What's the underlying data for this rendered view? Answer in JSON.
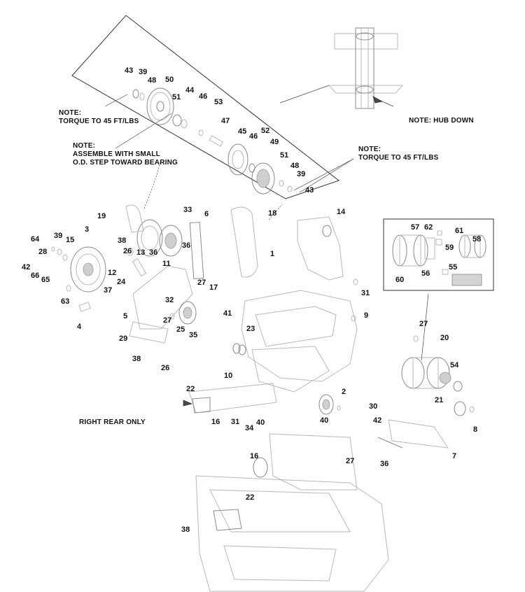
{
  "notes": {
    "torque_left": [
      "NOTE:",
      "TORQUE TO 45 FT/LBS"
    ],
    "assemble": [
      "NOTE:",
      "ASSEMBLE WITH SMALL",
      "O.D. STEP TOWARD BEARING"
    ],
    "torque_right": [
      "NOTE:",
      "TORQUE TO 45 FT/LBS"
    ],
    "hub_down": "NOTE: HUB DOWN",
    "right_rear_only": "RIGHT REAR ONLY"
  },
  "callouts": [
    "43",
    "39",
    "48",
    "50",
    "51",
    "44",
    "46",
    "53",
    "47",
    "45",
    "46",
    "52",
    "49",
    "51",
    "48",
    "39",
    "43",
    "19",
    "33",
    "6",
    "18",
    "14",
    "3",
    "38",
    "64",
    "39",
    "28",
    "15",
    "26",
    "13",
    "36",
    "36",
    "1",
    "42",
    "66",
    "65",
    "12",
    "11",
    "24",
    "37",
    "63",
    "27",
    "17",
    "57",
    "62",
    "61",
    "58",
    "59",
    "60",
    "56",
    "55",
    "4",
    "5",
    "32",
    "27",
    "25",
    "35",
    "41",
    "31",
    "9",
    "29",
    "38",
    "26",
    "23",
    "27",
    "20",
    "54",
    "21",
    "22",
    "10",
    "2",
    "16",
    "31",
    "34",
    "40",
    "40",
    "30",
    "42",
    "8",
    "7",
    "36",
    "16",
    "27",
    "22",
    "38"
  ]
}
